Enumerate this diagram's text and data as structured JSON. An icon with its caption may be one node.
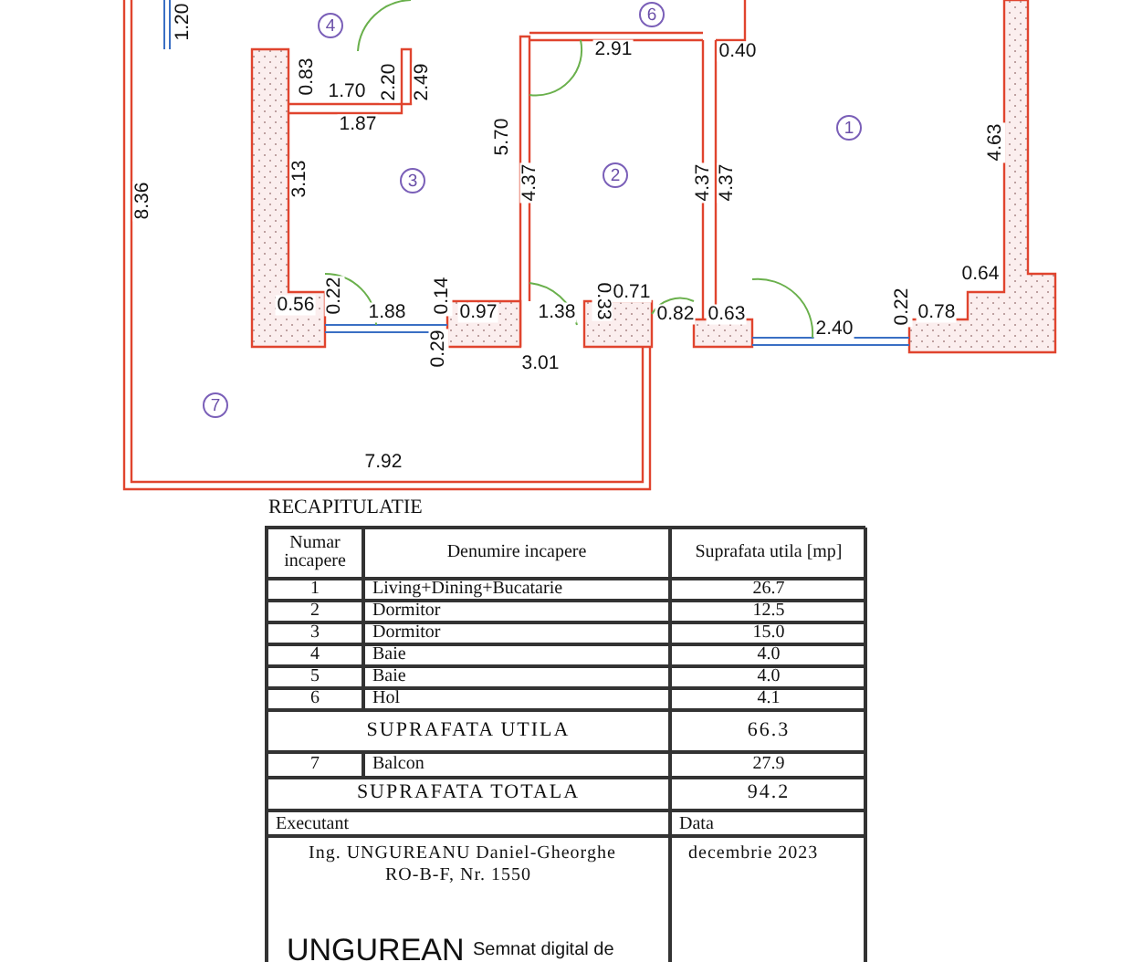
{
  "diagram": {
    "nodes": [
      {
        "text": [
          "4"
        ]
      },
      {
        "text": [
          "6"
        ]
      },
      {
        "text": [
          "1"
        ]
      },
      {
        "text": [
          "3"
        ]
      },
      {
        "text": [
          "2"
        ]
      },
      {
        "text": [
          "7"
        ]
      }
    ],
    "labels": [
      "1.20",
      "0.83",
      "1.70",
      "2.20",
      "2.49",
      "1.87",
      "5.70",
      "4.37",
      "2.91",
      "0.40",
      "4.37",
      "4.37",
      "4.63",
      "8.36",
      "3.13",
      "0.56",
      "0.22",
      "0.14",
      "1.88",
      "0.97",
      "1.38",
      "0.33",
      "0.71",
      "0.82",
      "0.63",
      "2.40",
      "0.22",
      "0.78",
      "0.64",
      "0.29",
      "3.01",
      "7.92",
      "RECAPITULATIE",
      "Numar incapere",
      "Denumire incapere",
      "Suprafata utila [mp]",
      "1",
      "Living+Dining+Bucatarie",
      "26.7",
      "2",
      "Dormitor",
      "12.5",
      "3",
      "Dormitor",
      "15.0",
      "4",
      "Baie",
      "4.0",
      "5",
      "Baie",
      "4.0",
      "6",
      "Hol",
      "4.1",
      "SUPRAFATA UTILA",
      "66.3",
      "7",
      "Balcon",
      "27.9",
      "SUPRAFATA TOTALA",
      "94.2",
      "Executant",
      "Data",
      "Ing. UNGUREANU Daniel-Gheorghe",
      "RO-B-F, Nr. 1550",
      "decembrie 2023",
      "UNGUREAN",
      "Semnat digital de"
    ]
  }
}
